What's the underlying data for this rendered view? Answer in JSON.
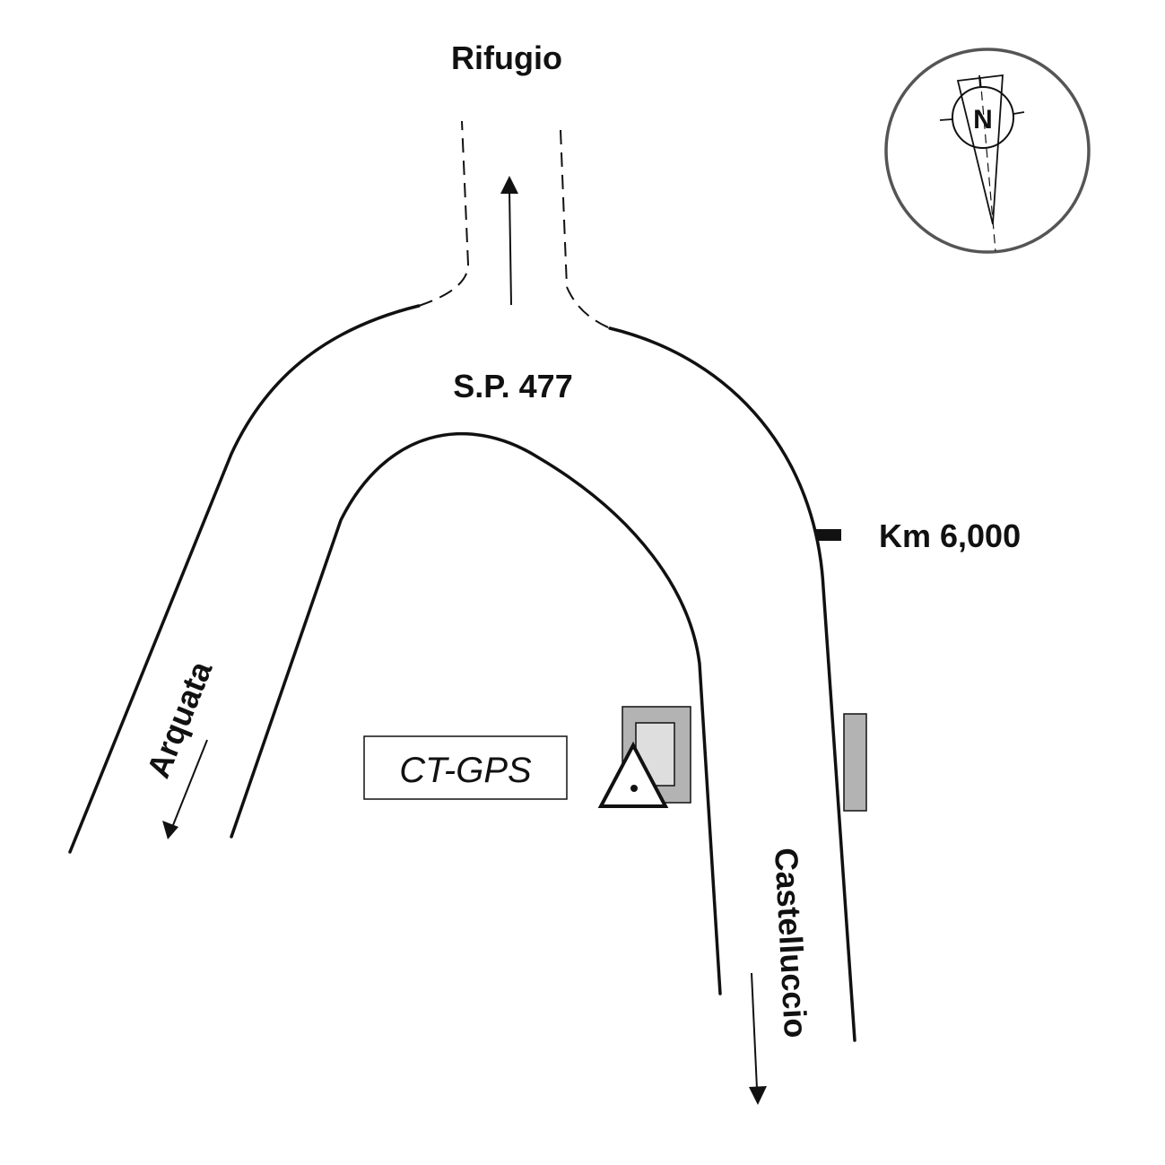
{
  "map": {
    "labels": {
      "north_destination": "Rifugio",
      "road_name": "S.P. 477",
      "kilometer_marker": "Km 6,000",
      "west_destination": "Arquata",
      "south_destination": "Castelluccio",
      "station_name": "CT-GPS"
    },
    "compass": {
      "letter": "N",
      "icon": "north-arrow-icon"
    },
    "icons": {
      "station_marker": "triangle-with-dot-icon",
      "building": "building-icon",
      "roadside_structure": "rectangle-icon",
      "km_marker": "km-post-icon"
    },
    "colors": {
      "lines": "#111111",
      "building_outer": "#b3b3b3",
      "building_inner": "#dedede",
      "compass_ring": "#555555"
    }
  }
}
